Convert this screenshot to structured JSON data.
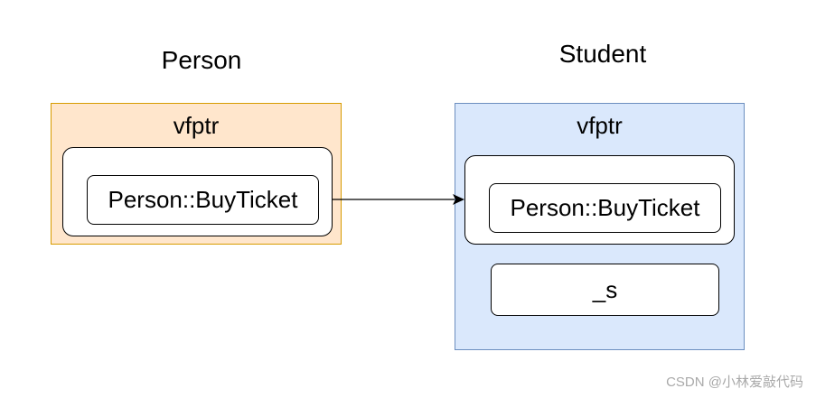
{
  "person": {
    "title": "Person",
    "vfptr_label": "vfptr",
    "method": "Person::BuyTicket"
  },
  "student": {
    "title": "Student",
    "vfptr_label": "vfptr",
    "method": "Person::BuyTicket",
    "member": "_s"
  },
  "colors": {
    "person_fill": "#ffe6cc",
    "person_border": "#d79b00",
    "student_fill": "#dae8fc",
    "student_border": "#6c8ebf"
  },
  "watermark": "CSDN @小林爱敲代码"
}
